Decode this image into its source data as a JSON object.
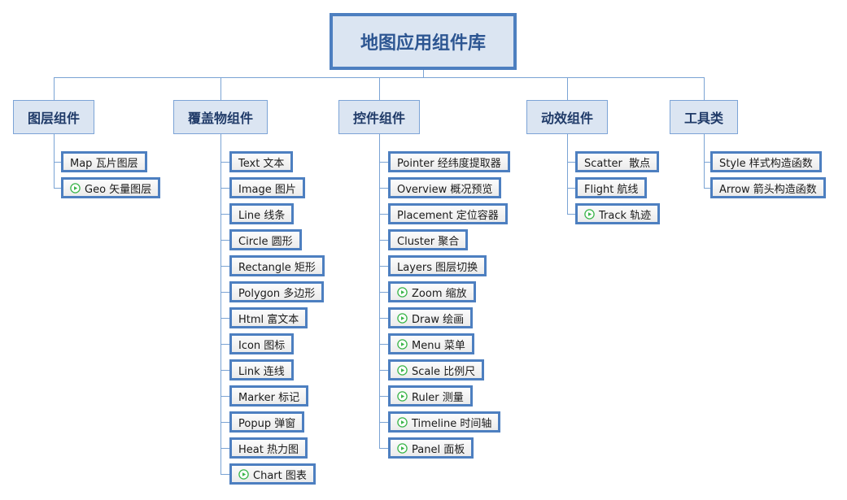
{
  "colors": {
    "node_border": "#4d7fc0",
    "branch_border": "#7ca3d6",
    "branch_fill": "#dbe5f2",
    "child_fill_top": "#fcfcfc",
    "child_fill_bottom": "#ebebeb",
    "root_text": "#2d5692",
    "branch_text": "#1f3a68",
    "child_text": "#1b1b1b",
    "connector": "#7aa3d4",
    "play_green": "#3bb54a"
  },
  "icons": {
    "play": "play-icon"
  },
  "tree": {
    "root": {
      "label": "地图应用组件库"
    },
    "branches": [
      {
        "label": "图层组件",
        "children": [
          {
            "label": "Map 瓦片图层",
            "play": false
          },
          {
            "label": "Geo 矢量图层",
            "play": true
          }
        ]
      },
      {
        "label": "覆盖物组件",
        "children": [
          {
            "label": "Text 文本",
            "play": false
          },
          {
            "label": "Image 图片",
            "play": false
          },
          {
            "label": "Line 线条",
            "play": false
          },
          {
            "label": "Circle 圆形",
            "play": false
          },
          {
            "label": "Rectangle 矩形",
            "play": false
          },
          {
            "label": "Polygon 多边形",
            "play": false
          },
          {
            "label": "Html 富文本",
            "play": false
          },
          {
            "label": "Icon 图标",
            "play": false
          },
          {
            "label": "Link 连线",
            "play": false
          },
          {
            "label": "Marker 标记",
            "play": false
          },
          {
            "label": "Popup 弹窗",
            "play": false
          },
          {
            "label": "Heat 热力图",
            "play": false
          },
          {
            "label": "Chart 图表",
            "play": true
          }
        ]
      },
      {
        "label": "控件组件",
        "children": [
          {
            "label": "Pointer 经纬度提取器",
            "play": false
          },
          {
            "label": "Overview 概况预览",
            "play": false
          },
          {
            "label": "Placement 定位容器",
            "play": false
          },
          {
            "label": "Cluster 聚合",
            "play": false
          },
          {
            "label": "Layers 图层切换",
            "play": false
          },
          {
            "label": "Zoom 缩放",
            "play": true
          },
          {
            "label": "Draw 绘画",
            "play": true
          },
          {
            "label": "Menu 菜单",
            "play": true
          },
          {
            "label": "Scale 比例尺",
            "play": true
          },
          {
            "label": "Ruler 测量",
            "play": true
          },
          {
            "label": "Timeline 时间轴",
            "play": true
          },
          {
            "label": "Panel 面板",
            "play": true
          }
        ]
      },
      {
        "label": "动效组件",
        "children": [
          {
            "label": "Scatter  散点",
            "play": false
          },
          {
            "label": "Flight 航线",
            "play": false
          },
          {
            "label": "Track 轨迹",
            "play": true
          }
        ]
      },
      {
        "label": "工具类",
        "children": [
          {
            "label": "Style 样式构造函数",
            "play": false
          },
          {
            "label": "Arrow 箭头构造函数",
            "play": false
          }
        ]
      }
    ]
  }
}
